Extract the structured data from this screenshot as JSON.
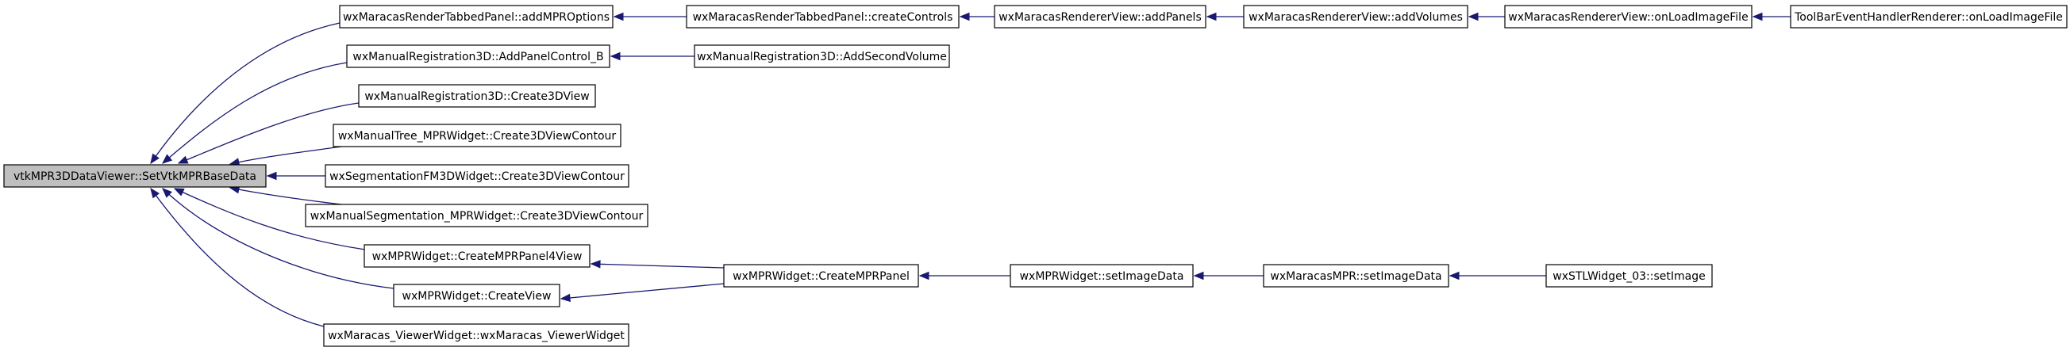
{
  "diagram": {
    "nodes": {
      "root": "vtkMPR3DDataViewer::SetVtkMPRBaseData",
      "n1": "wxMaracasRenderTabbedPanel::addMPROptions",
      "n2": "wxMaracasRenderTabbedPanel::createControls",
      "n3": "wxMaracasRendererView::addPanels",
      "n4": "wxMaracasRendererView::addVolumes",
      "n5": "wxMaracasRendererView::onLoadImageFile",
      "n6": "ToolBarEventHandlerRenderer::onLoadImageFile",
      "n7": "wxManualRegistration3D::AddPanelControl_B",
      "n8": "wxManualRegistration3D::AddSecondVolume",
      "n9": "wxManualRegistration3D::Create3DView",
      "n10": "wxManualTree_MPRWidget::Create3DViewContour",
      "n11": "wxSegmentationFM3DWidget::Create3DViewContour",
      "n12": "wxManualSegmentation_MPRWidget::Create3DViewContour",
      "n13": "wxMPRWidget::CreateMPRPanel4View",
      "n14": "wxMPRWidget::CreateView",
      "n15": "wxMPRWidget::CreateMPRPanel",
      "n16": "wxMPRWidget::setImageData",
      "n17": "wxMaracasMPR::setImageData",
      "n18": "wxSTLWidget_03::setImage",
      "n19": "wxMaracas_ViewerWidget::wxMaracas_ViewerWidget"
    },
    "edges": [
      [
        "n1",
        "root"
      ],
      [
        "n2",
        "n1"
      ],
      [
        "n3",
        "n2"
      ],
      [
        "n4",
        "n3"
      ],
      [
        "n5",
        "n4"
      ],
      [
        "n6",
        "n5"
      ],
      [
        "n7",
        "root"
      ],
      [
        "n8",
        "n7"
      ],
      [
        "n9",
        "root"
      ],
      [
        "n10",
        "root"
      ],
      [
        "n11",
        "root"
      ],
      [
        "n12",
        "root"
      ],
      [
        "n13",
        "root"
      ],
      [
        "n14",
        "root"
      ],
      [
        "n15",
        "n13"
      ],
      [
        "n15",
        "n14"
      ],
      [
        "n16",
        "n15"
      ],
      [
        "n17",
        "n16"
      ],
      [
        "n18",
        "n17"
      ],
      [
        "n19",
        "root"
      ]
    ],
    "colors": {
      "edge": "#191970",
      "root_fill": "#bfbfbf",
      "node_fill": "#ffffff",
      "border": "#000000"
    }
  }
}
